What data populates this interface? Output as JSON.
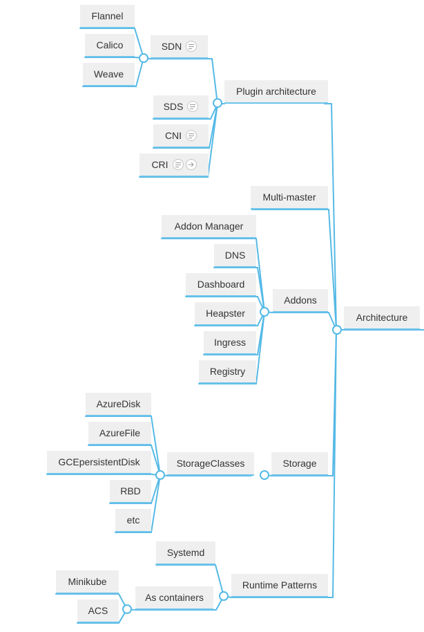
{
  "colors": {
    "line": "#55b9e6",
    "node_bg": "#efefef",
    "text": "#333333"
  },
  "nodes": {
    "architecture": "Architecture",
    "plugin_architecture": "Plugin architecture",
    "sdn": "SDN",
    "flannel": "Flannel",
    "calico": "Calico",
    "weave": "Weave",
    "sds": "SDS",
    "cni": "CNI",
    "cri": "CRI",
    "multi_master": "Multi-master",
    "addons": "Addons",
    "addon_manager": "Addon Manager",
    "dns": "DNS",
    "dashboard": "Dashboard",
    "heapster": "Heapster",
    "ingress": "Ingress",
    "registry": "Registry",
    "storage": "Storage",
    "storage_classes": "StorageClasses",
    "azure_disk": "AzureDisk",
    "azure_file": "AzureFile",
    "gce_persistent_disk": "GCEpersistentDisk",
    "rbd": "RBD",
    "etc": "etc",
    "runtime_patterns": "Runtime Patterns",
    "systemd": "Systemd",
    "as_containers": "As containers",
    "minikube": "Minikube",
    "acs": "ACS"
  },
  "icons": {
    "sdn": [
      "notes-icon"
    ],
    "sds": [
      "notes-icon"
    ],
    "cni": [
      "notes-icon"
    ],
    "cri": [
      "notes-icon",
      "arrow-right-icon"
    ]
  }
}
